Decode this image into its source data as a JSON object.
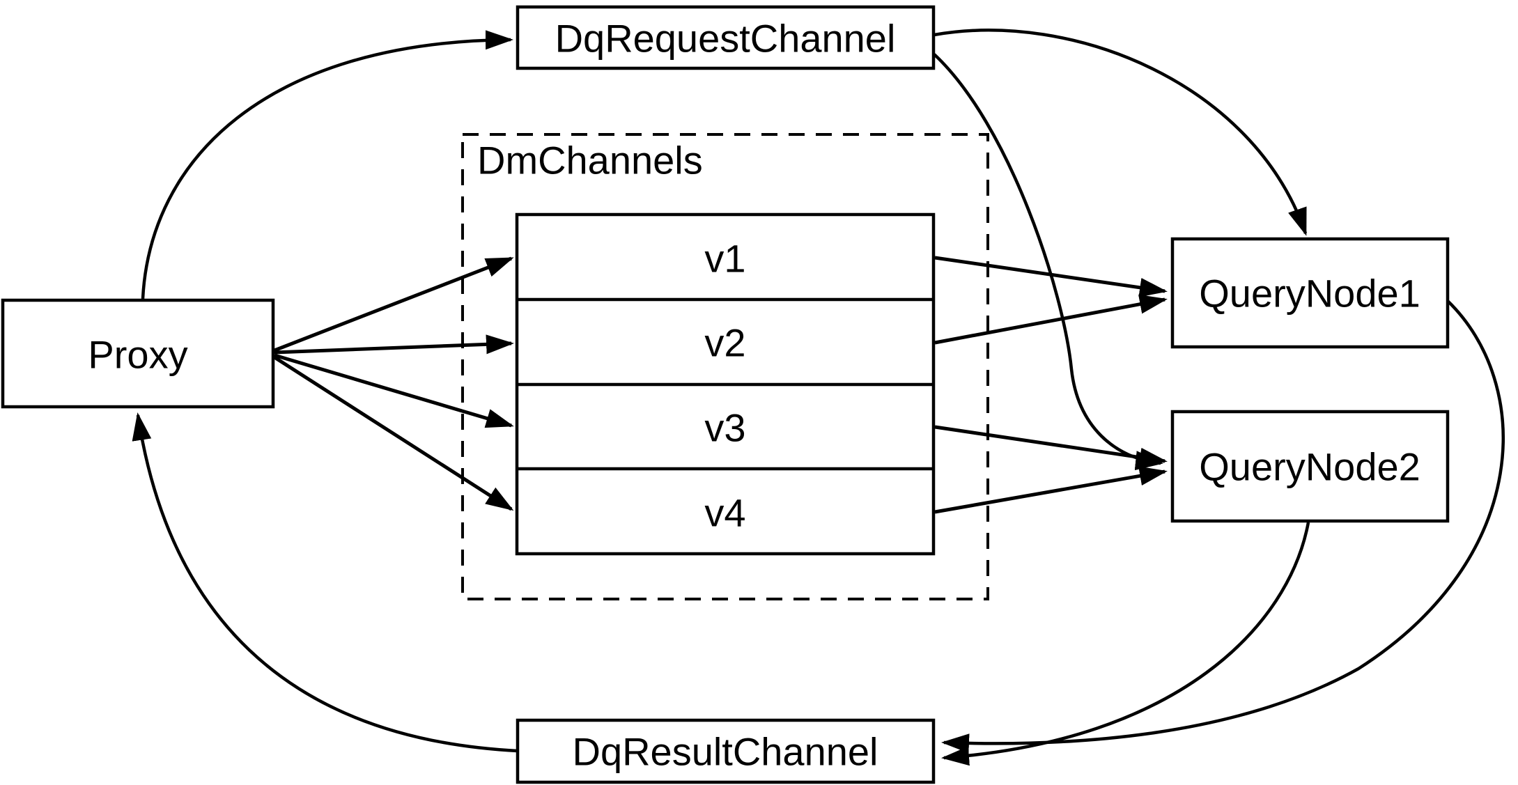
{
  "diagram": {
    "type": "architecture-flow-diagram",
    "background": "#ffffff",
    "stroke_color": "#000000",
    "nodes": {
      "proxy": {
        "label": "Proxy"
      },
      "dq_request_channel": {
        "label": "DqRequestChannel"
      },
      "dm_channels_group": {
        "label": "DmChannels"
      },
      "query_node_1": {
        "label": "QueryNode1"
      },
      "query_node_2": {
        "label": "QueryNode2"
      },
      "dq_result_channel": {
        "label": "DqResultChannel"
      }
    },
    "channels": [
      {
        "label": "v1"
      },
      {
        "label": "v2"
      },
      {
        "label": "v3"
      },
      {
        "label": "v4"
      }
    ],
    "edges": [
      {
        "from": "Proxy",
        "to": "DqRequestChannel"
      },
      {
        "from": "Proxy",
        "to": "v1"
      },
      {
        "from": "Proxy",
        "to": "v2"
      },
      {
        "from": "Proxy",
        "to": "v3"
      },
      {
        "from": "Proxy",
        "to": "v4"
      },
      {
        "from": "v1",
        "to": "QueryNode1"
      },
      {
        "from": "v2",
        "to": "QueryNode1"
      },
      {
        "from": "v3",
        "to": "QueryNode2"
      },
      {
        "from": "v4",
        "to": "QueryNode2"
      },
      {
        "from": "DqRequestChannel",
        "to": "QueryNode1"
      },
      {
        "from": "DqRequestChannel",
        "to": "QueryNode2"
      },
      {
        "from": "QueryNode1",
        "to": "DqResultChannel"
      },
      {
        "from": "QueryNode2",
        "to": "DqResultChannel"
      },
      {
        "from": "DqResultChannel",
        "to": "Proxy"
      }
    ]
  }
}
